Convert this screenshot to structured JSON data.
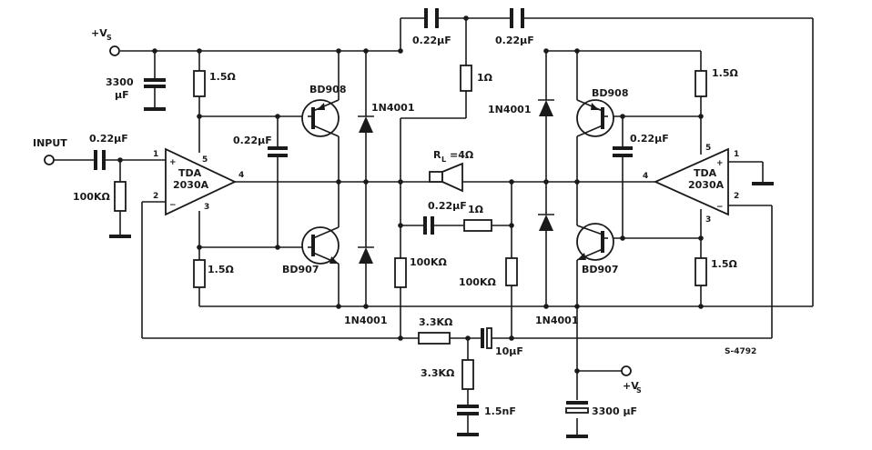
{
  "supply": {
    "plus": "+V",
    "sub": "S"
  },
  "input_label": "INPUT",
  "ics": [
    {
      "name": "TDA",
      "part": "2030A",
      "pin_plus": "+",
      "pin_minus": "−",
      "pins": [
        "1",
        "2",
        "3",
        "4",
        "5"
      ]
    },
    {
      "name": "TDA",
      "part": "2030A",
      "pin_plus": "+",
      "pin_minus": "−",
      "pins": [
        "1",
        "2",
        "3",
        "4",
        "5"
      ]
    }
  ],
  "transistors": {
    "left_top": "BD908",
    "left_bottom": "BD907",
    "right_top": "BD908",
    "right_bottom": "BD907"
  },
  "diodes": [
    "1N4001",
    "1N4001",
    "1N4001",
    "1N4001"
  ],
  "capacitors": {
    "c_top_left": "0.22µF",
    "c_top_right": "0.22µF",
    "c_supply_top": "3300",
    "c_supply_top_unit": "µF",
    "c_input": "0.22µF",
    "c_left_mid": "0.22µF",
    "c_right_mid": "0.22µF",
    "c_zobel": "0.22µF",
    "c_10": "10µF",
    "c_1n5": "1.5nF",
    "c_supply_bottom": "3300 µF"
  },
  "resistors": {
    "r_left_top": "1.5Ω",
    "r_left_bottom": "1.5Ω",
    "r_right_top": "1.5Ω",
    "r_right_bottom": "1.5Ω",
    "r_input": "100KΩ",
    "r_1ohm_top": "1Ω",
    "r_1ohm_zobel": "1Ω",
    "r_100k_left": "100KΩ",
    "r_100k_right": "100KΩ",
    "r_3k3_h": "3.3KΩ",
    "r_3k3_v": "3.3KΩ"
  },
  "load": {
    "label": "R",
    "sub": "L",
    "value": "=4Ω"
  },
  "figure_code": "S-4792"
}
